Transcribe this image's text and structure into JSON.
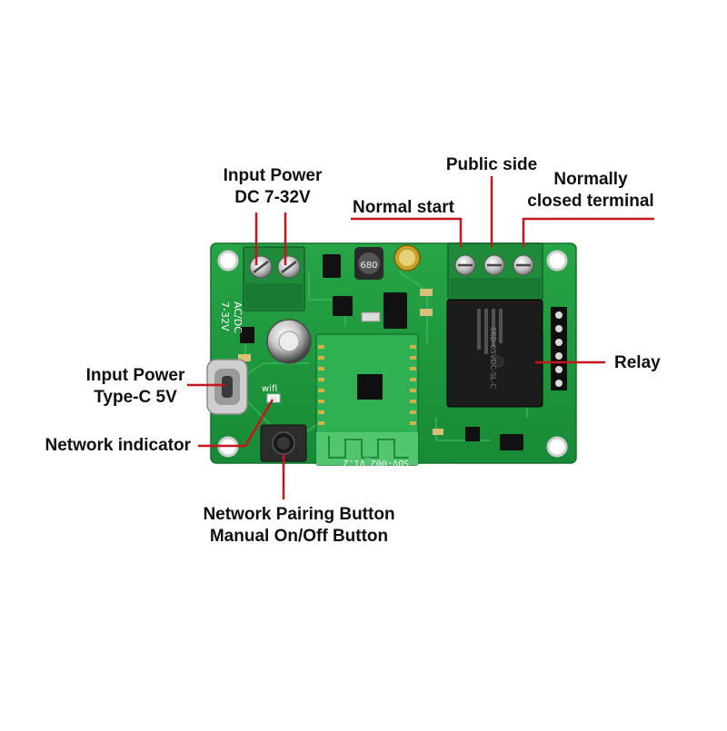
{
  "labels": {
    "input_power_dc": {
      "line1": "Input Power",
      "line2": "DC 7-32V"
    },
    "public_side": "Public side",
    "normally_closed": {
      "line1": "Normally",
      "line2": "closed terminal"
    },
    "normal_start": "Normal start",
    "input_power_typec": {
      "line1": "Input Power",
      "line2": "Type-C 5V"
    },
    "network_indicator": "Network indicator",
    "relay": "Relay",
    "pairing_button": {
      "line1": "Network Pairing Button",
      "line2": "Manual On/Off Button"
    }
  },
  "board_silkscreen": {
    "acdc": "AC/DC",
    "voltage": "7-32V",
    "wifi": "wifi",
    "version": "SDV-002_V1.2",
    "inductor": "680",
    "relay_marking": "SRD-05VDC-SL-C"
  },
  "colors": {
    "pcb": "#1e9a3e",
    "terminal": "#1f8a3a",
    "relay": "#1c1c1c",
    "leader_line": "#c8141e",
    "label_text": "#111111"
  }
}
